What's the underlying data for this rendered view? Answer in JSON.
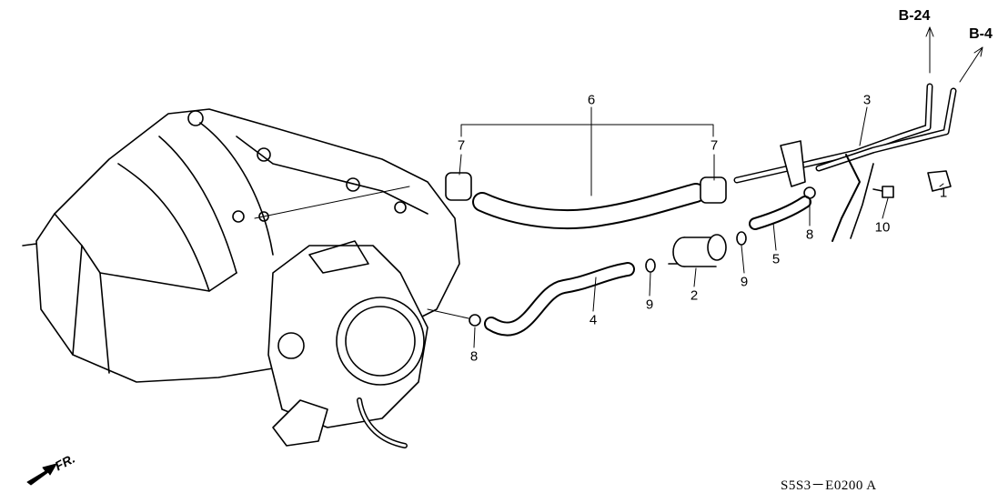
{
  "diagram": {
    "callouts": {
      "b24": "B-24",
      "b4": "B-4",
      "p3": "3",
      "p6": "6",
      "p7a": "7",
      "p7b": "7",
      "p1": "1",
      "p8a": "8",
      "p10": "10",
      "p5": "5",
      "p9a": "9",
      "p2": "2",
      "p9b": "9",
      "p4": "4",
      "p8b": "8"
    },
    "direction_label": "FR.",
    "diagram_code": "S5S3－E0200 A",
    "line_color": "#000000",
    "background": "#ffffff"
  }
}
